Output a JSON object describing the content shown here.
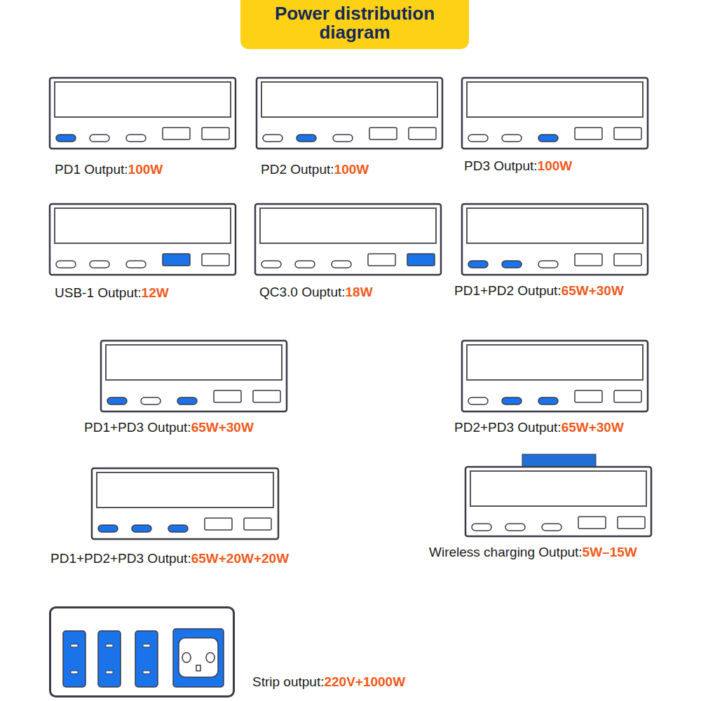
{
  "diagram": {
    "title": "Power distribution diagram",
    "nodes": [
      {
        "text": [
          "PD1 Output:",
          "100W"
        ]
      },
      {
        "text": [
          "PD2 Output:",
          "100W"
        ]
      },
      {
        "text": [
          "PD3 Output:",
          "100W"
        ]
      },
      {
        "text": [
          "USB-1 Output:",
          "12W"
        ]
      },
      {
        "text": [
          "QC3.0 Ouptut:",
          "18W"
        ]
      },
      {
        "text": [
          "PD1+PD2 Output:",
          "65W+30W"
        ]
      },
      {
        "text": [
          "PD1+PD3 Output:",
          "65W+30W"
        ]
      },
      {
        "text": [
          "PD2+PD3 Output:",
          "65W+30W"
        ]
      },
      {
        "text": [
          "PD1+PD2+PD3 Output:",
          "65W+20W+20W"
        ]
      },
      {
        "text": [
          "Wireless charging Output:",
          "5W–15W"
        ]
      },
      {
        "text": [
          "Strip output:",
          "220V+1000W"
        ]
      }
    ]
  }
}
